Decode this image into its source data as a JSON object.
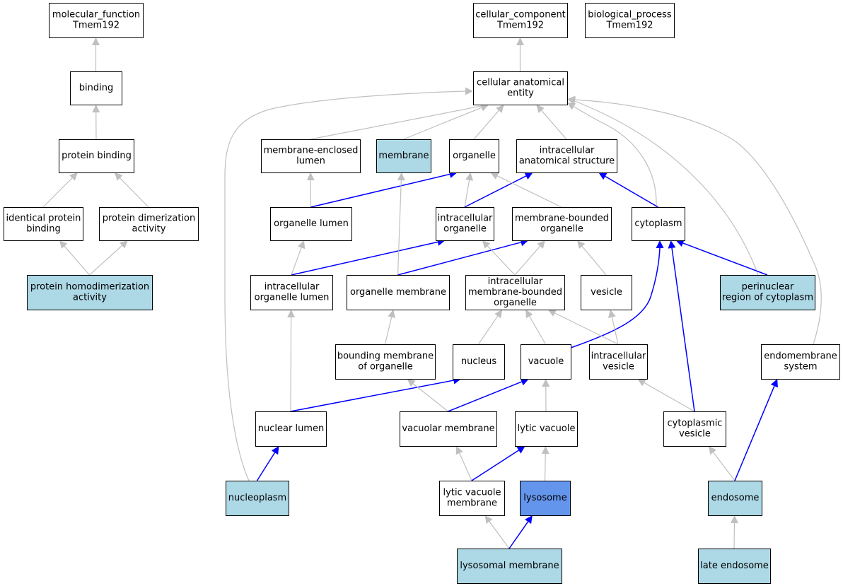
{
  "colors": {
    "default_fill": "#ffffff",
    "annotated_fill": "#add8e6",
    "focus_fill": "#6495ed",
    "is_a_edge": "#c0c0c0",
    "part_of_edge": "#0000ff"
  },
  "nodes": [
    {
      "id": "mf",
      "lines": [
        "molecular_function",
        "Tmem192"
      ],
      "fill": "default"
    },
    {
      "id": "binding",
      "lines": [
        "binding"
      ],
      "fill": "default"
    },
    {
      "id": "protein_binding",
      "lines": [
        "protein binding"
      ],
      "fill": "default"
    },
    {
      "id": "identical_protein_binding",
      "lines": [
        "identical protein",
        "binding"
      ],
      "fill": "default"
    },
    {
      "id": "protein_dimerization",
      "lines": [
        "protein dimerization",
        "activity"
      ],
      "fill": "default"
    },
    {
      "id": "protein_homodimerization",
      "lines": [
        "protein homodimerization",
        "activity"
      ],
      "fill": "annotated"
    },
    {
      "id": "cc",
      "lines": [
        "cellular_component",
        "Tmem192"
      ],
      "fill": "default"
    },
    {
      "id": "bp",
      "lines": [
        "biological_process",
        "Tmem192"
      ],
      "fill": "default"
    },
    {
      "id": "cae",
      "lines": [
        "cellular anatomical",
        "entity"
      ],
      "fill": "default"
    },
    {
      "id": "mel",
      "lines": [
        "membrane-enclosed",
        "lumen"
      ],
      "fill": "default"
    },
    {
      "id": "membrane",
      "lines": [
        "membrane"
      ],
      "fill": "annotated"
    },
    {
      "id": "organelle",
      "lines": [
        "organelle"
      ],
      "fill": "default"
    },
    {
      "id": "ias",
      "lines": [
        "intracellular",
        "anatomical structure"
      ],
      "fill": "default"
    },
    {
      "id": "organelle_lumen",
      "lines": [
        "organelle lumen"
      ],
      "fill": "default"
    },
    {
      "id": "io",
      "lines": [
        "intracellular",
        "organelle"
      ],
      "fill": "default"
    },
    {
      "id": "mbo",
      "lines": [
        "membrane-bounded",
        "organelle"
      ],
      "fill": "default"
    },
    {
      "id": "cytoplasm",
      "lines": [
        "cytoplasm"
      ],
      "fill": "default"
    },
    {
      "id": "iol",
      "lines": [
        "intracellular",
        "organelle lumen"
      ],
      "fill": "default"
    },
    {
      "id": "om",
      "lines": [
        "organelle membrane"
      ],
      "fill": "default"
    },
    {
      "id": "imbo",
      "lines": [
        "intracellular",
        "membrane-bounded",
        "organelle"
      ],
      "fill": "default"
    },
    {
      "id": "vesicle",
      "lines": [
        "vesicle"
      ],
      "fill": "default"
    },
    {
      "id": "perinuclear",
      "lines": [
        "perinuclear",
        "region of cytoplasm"
      ],
      "fill": "annotated"
    },
    {
      "id": "bmo",
      "lines": [
        "bounding membrane",
        "of organelle"
      ],
      "fill": "default"
    },
    {
      "id": "nucleus",
      "lines": [
        "nucleus"
      ],
      "fill": "default"
    },
    {
      "id": "vacuole",
      "lines": [
        "vacuole"
      ],
      "fill": "default"
    },
    {
      "id": "iv",
      "lines": [
        "intracellular",
        "vesicle"
      ],
      "fill": "default"
    },
    {
      "id": "es",
      "lines": [
        "endomembrane",
        "system"
      ],
      "fill": "default"
    },
    {
      "id": "nl",
      "lines": [
        "nuclear lumen"
      ],
      "fill": "default"
    },
    {
      "id": "vm",
      "lines": [
        "vacuolar membrane"
      ],
      "fill": "default"
    },
    {
      "id": "lv",
      "lines": [
        "lytic vacuole"
      ],
      "fill": "default"
    },
    {
      "id": "cv",
      "lines": [
        "cytoplasmic",
        "vesicle"
      ],
      "fill": "default"
    },
    {
      "id": "nucleoplasm",
      "lines": [
        "nucleoplasm"
      ],
      "fill": "annotated"
    },
    {
      "id": "lvm",
      "lines": [
        "lytic vacuole",
        "membrane"
      ],
      "fill": "default"
    },
    {
      "id": "lysosome",
      "lines": [
        "lysosome"
      ],
      "fill": "focus"
    },
    {
      "id": "endosome",
      "lines": [
        "endosome"
      ],
      "fill": "annotated"
    },
    {
      "id": "lm",
      "lines": [
        "lysosomal membrane"
      ],
      "fill": "annotated"
    },
    {
      "id": "le",
      "lines": [
        "late endosome"
      ],
      "fill": "annotated"
    }
  ],
  "edges": [
    {
      "from": "binding",
      "to": "mf",
      "type": "is_a"
    },
    {
      "from": "protein_binding",
      "to": "binding",
      "type": "is_a"
    },
    {
      "from": "identical_protein_binding",
      "to": "protein_binding",
      "type": "is_a"
    },
    {
      "from": "protein_dimerization",
      "to": "protein_binding",
      "type": "is_a"
    },
    {
      "from": "protein_homodimerization",
      "to": "identical_protein_binding",
      "type": "is_a"
    },
    {
      "from": "protein_homodimerization",
      "to": "protein_dimerization",
      "type": "is_a"
    },
    {
      "from": "cae",
      "to": "cc",
      "type": "is_a"
    },
    {
      "from": "mel",
      "to": "cae",
      "type": "is_a"
    },
    {
      "from": "membrane",
      "to": "cae",
      "type": "is_a"
    },
    {
      "from": "organelle",
      "to": "cae",
      "type": "is_a"
    },
    {
      "from": "ias",
      "to": "cae",
      "type": "is_a"
    },
    {
      "from": "cytoplasm",
      "to": "cae",
      "type": "is_a"
    },
    {
      "from": "perinuclear",
      "to": "cae",
      "type": "is_a"
    },
    {
      "from": "es",
      "to": "cae",
      "type": "is_a"
    },
    {
      "from": "nucleoplasm",
      "to": "cae",
      "type": "is_a"
    },
    {
      "from": "organelle_lumen",
      "to": "mel",
      "type": "is_a"
    },
    {
      "from": "organelle_lumen",
      "to": "organelle",
      "type": "part_of"
    },
    {
      "from": "io",
      "to": "organelle",
      "type": "is_a"
    },
    {
      "from": "io",
      "to": "ias",
      "type": "part_of"
    },
    {
      "from": "mbo",
      "to": "organelle",
      "type": "is_a"
    },
    {
      "from": "cytoplasm",
      "to": "ias",
      "type": "part_of"
    },
    {
      "from": "perinuclear",
      "to": "cytoplasm",
      "type": "part_of"
    },
    {
      "from": "iol",
      "to": "organelle_lumen",
      "type": "is_a"
    },
    {
      "from": "iol",
      "to": "io",
      "type": "part_of"
    },
    {
      "from": "om",
      "to": "membrane",
      "type": "is_a"
    },
    {
      "from": "om",
      "to": "mbo",
      "type": "part_of"
    },
    {
      "from": "imbo",
      "to": "io",
      "type": "is_a"
    },
    {
      "from": "imbo",
      "to": "mbo",
      "type": "is_a"
    },
    {
      "from": "vesicle",
      "to": "mbo",
      "type": "is_a"
    },
    {
      "from": "bmo",
      "to": "om",
      "type": "is_a"
    },
    {
      "from": "nucleus",
      "to": "imbo",
      "type": "is_a"
    },
    {
      "from": "vacuole",
      "to": "imbo",
      "type": "is_a"
    },
    {
      "from": "vacuole",
      "to": "cytoplasm",
      "type": "part_of"
    },
    {
      "from": "iv",
      "to": "imbo",
      "type": "is_a"
    },
    {
      "from": "iv",
      "to": "vesicle",
      "type": "is_a"
    },
    {
      "from": "nl",
      "to": "iol",
      "type": "is_a"
    },
    {
      "from": "nl",
      "to": "nucleus",
      "type": "part_of"
    },
    {
      "from": "vm",
      "to": "bmo",
      "type": "is_a"
    },
    {
      "from": "vm",
      "to": "vacuole",
      "type": "part_of"
    },
    {
      "from": "lv",
      "to": "vacuole",
      "type": "is_a"
    },
    {
      "from": "cv",
      "to": "iv",
      "type": "is_a"
    },
    {
      "from": "cv",
      "to": "cytoplasm",
      "type": "part_of"
    },
    {
      "from": "nucleoplasm",
      "to": "nl",
      "type": "part_of"
    },
    {
      "from": "lvm",
      "to": "vm",
      "type": "is_a"
    },
    {
      "from": "lvm",
      "to": "lv",
      "type": "part_of"
    },
    {
      "from": "lysosome",
      "to": "lv",
      "type": "is_a"
    },
    {
      "from": "endosome",
      "to": "cv",
      "type": "is_a"
    },
    {
      "from": "endosome",
      "to": "es",
      "type": "part_of"
    },
    {
      "from": "lm",
      "to": "lvm",
      "type": "is_a"
    },
    {
      "from": "lm",
      "to": "lysosome",
      "type": "part_of"
    },
    {
      "from": "le",
      "to": "endosome",
      "type": "is_a"
    }
  ]
}
